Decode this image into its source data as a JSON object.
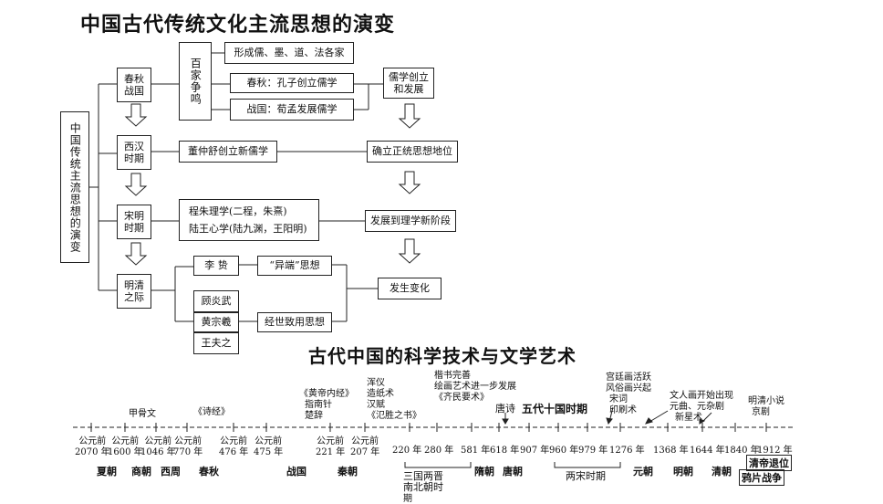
{
  "section1": {
    "title": "中国古代传统文化主流思想的演变",
    "root_label": "中国传统主流思想的演变",
    "periods": {
      "chunqiu": "春秋战国",
      "xihan": "西汉时期",
      "songming": "宋明时期",
      "mingqing": "明清之际"
    },
    "baijia": "百家争鸣",
    "boxes": {
      "xingcheng": "形成儒、墨、道、法各家",
      "chunqiu_kongzi": "春秋：孔子创立儒学",
      "zhanguo_xunmeng": "战国：荀孟发展儒学",
      "rujia_fazhan": "儒学创立和发展",
      "dong_zhongshu": "董仲舒创立新儒学",
      "queli": "确立正统思想地位",
      "chengzhu": "程朱理学(二程，朱熹)",
      "luwang": "陆王心学(陆九渊，王阳明)",
      "lixue": "发展到理学新阶段",
      "lizhi": "李 贽",
      "yiduan": "“异端”思想",
      "gu": "顾炎武",
      "huang": "黄宗羲",
      "wang": "王夫之",
      "jingshi": "经世致用思想",
      "bianhua": "发生变化"
    }
  },
  "section2": {
    "title": "古代中国的科学技术与文学艺术",
    "above": {
      "jiagu": "甲骨文",
      "shijing": "《诗经》",
      "huangdi": [
        "《黄帝内经》",
        "指南针",
        "楚辞"
      ],
      "hunyi": [
        "浑仪",
        "造纸术",
        "汉赋"
      ],
      "fansheng": "《氾胜之书》",
      "kaishu": [
        "楷书完善",
        "绘画艺术进一步发展",
        "《齐民要术》"
      ],
      "tangshi": "唐诗",
      "wudai": "五代十国时期",
      "gongting": [
        "宫廷画活跃",
        "风俗画兴起",
        "宋词",
        "印刷术"
      ],
      "wenrenhua": [
        "文人画开始出现",
        "元曲、元杂剧",
        "新星术"
      ],
      "mingqing": [
        "明清小说",
        "京剧"
      ]
    },
    "dates": {
      "d1": [
        "公元前",
        "2070 年"
      ],
      "d2": [
        "公元前",
        "1600 年"
      ],
      "d3": [
        "公元前",
        "1046 年"
      ],
      "d4": [
        "公元前",
        "770 年"
      ],
      "d5": [
        "公元前",
        "476 年"
      ],
      "d6": [
        "公元前",
        "475 年"
      ],
      "d7": [
        "公元前",
        "221 年"
      ],
      "d8": [
        "公元前",
        "207 年"
      ],
      "d9": "220 年",
      "d10": "280 年",
      "d11": "581 年",
      "d12": "618 年",
      "d13": "907 年",
      "d14": "960 年",
      "d15": "979 年",
      "d16": "1276 年",
      "d17": "1368 年",
      "d18": "1644 年",
      "d19": "1840 年",
      "d20": "1912 年"
    },
    "eras": {
      "xia": "夏朝",
      "shang": "商朝",
      "xizhou": "西周",
      "chunqiu": "春秋",
      "zhanguo": "战国",
      "qin": "秦朝",
      "sanguo": [
        "三国两晋",
        "南北朝时",
        "期"
      ],
      "sui": "隋朝",
      "tang": "唐朝",
      "liangsong": "两宋时期",
      "yuan": "元朝",
      "ming": "明朝",
      "qing": "清朝",
      "qingdi": "清帝退位",
      "yapian": "鸦片战争"
    }
  }
}
